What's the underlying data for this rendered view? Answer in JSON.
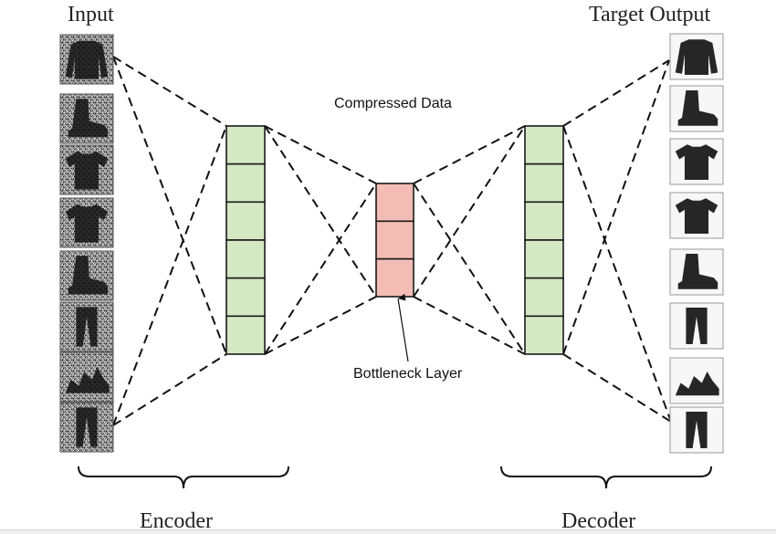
{
  "labels": {
    "input": "Input",
    "target_output": "Target Output",
    "compressed_data": "Compressed Data",
    "bottleneck_layer": "Bottleneck Layer",
    "encoder": "Encoder",
    "decoder": "Decoder"
  },
  "input_images": [
    {
      "item": "pullover",
      "noisy": true
    },
    {
      "item": "ankle-boot",
      "noisy": true
    },
    {
      "item": "t-shirt",
      "noisy": true
    },
    {
      "item": "t-shirt",
      "noisy": true
    },
    {
      "item": "ankle-boot",
      "noisy": true
    },
    {
      "item": "trouser",
      "noisy": true
    },
    {
      "item": "sandal",
      "noisy": true
    },
    {
      "item": "trouser",
      "noisy": true
    }
  ],
  "output_images": [
    {
      "item": "pullover",
      "noisy": false
    },
    {
      "item": "ankle-boot",
      "noisy": false
    },
    {
      "item": "t-shirt",
      "noisy": false
    },
    {
      "item": "t-shirt",
      "noisy": false
    },
    {
      "item": "ankle-boot",
      "noisy": false
    },
    {
      "item": "trouser",
      "noisy": false
    },
    {
      "item": "sandal",
      "noisy": false
    },
    {
      "item": "trouser",
      "noisy": false
    }
  ],
  "layers": {
    "encoder_cells": 6,
    "bottleneck_cells": 3,
    "decoder_cells": 6
  },
  "colors": {
    "dense_layer_fill": "#d5e8c4",
    "bottleneck_fill": "#f3bdb5",
    "connection_stroke": "#111111",
    "garment_dark": "#1a1a1a"
  }
}
